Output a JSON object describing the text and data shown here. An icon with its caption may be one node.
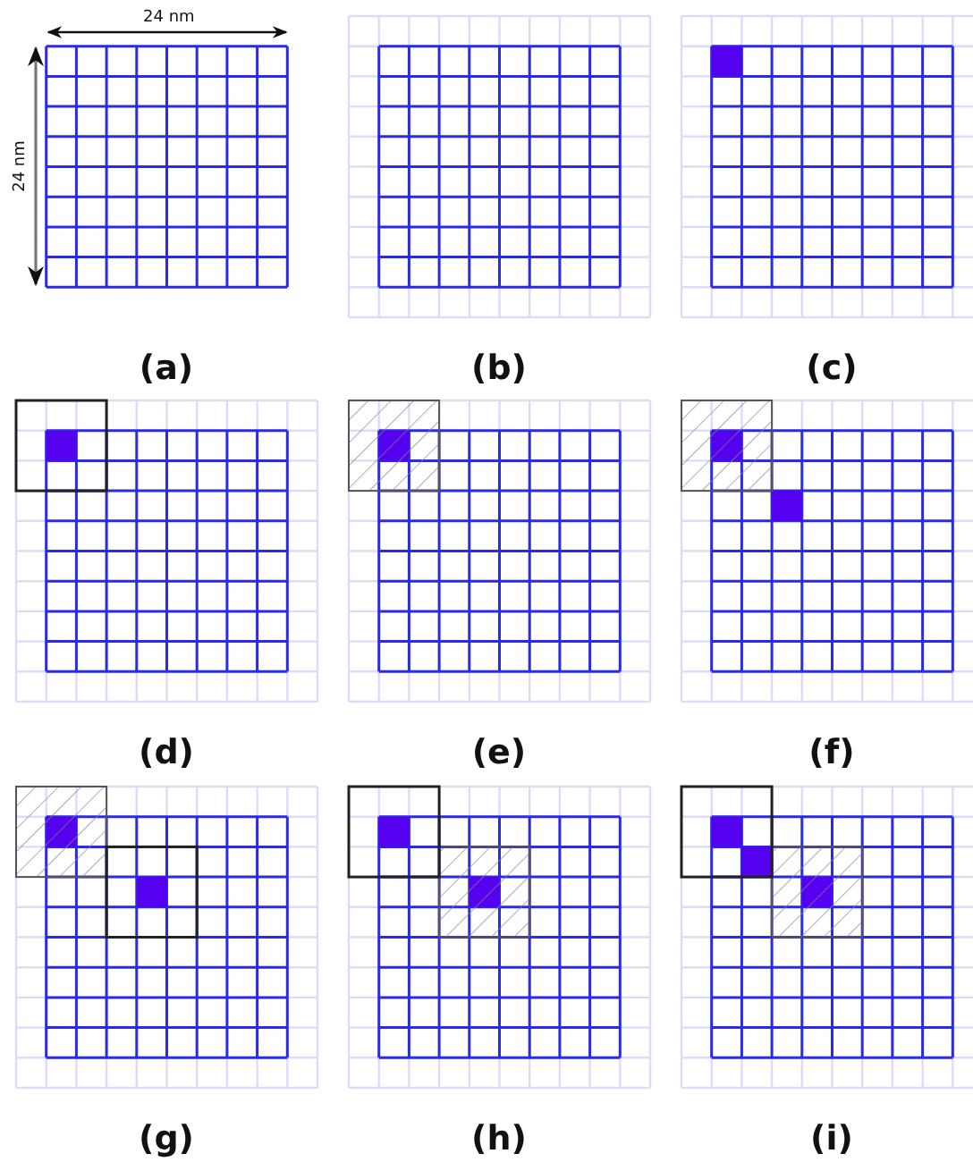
{
  "diagram": {
    "labels": [
      "24 nm",
      "24 nm",
      "(a)",
      "(b)",
      "(c)",
      "(d)",
      "(e)",
      "(f)",
      "(g)",
      "(h)",
      "(i)"
    ]
  }
}
